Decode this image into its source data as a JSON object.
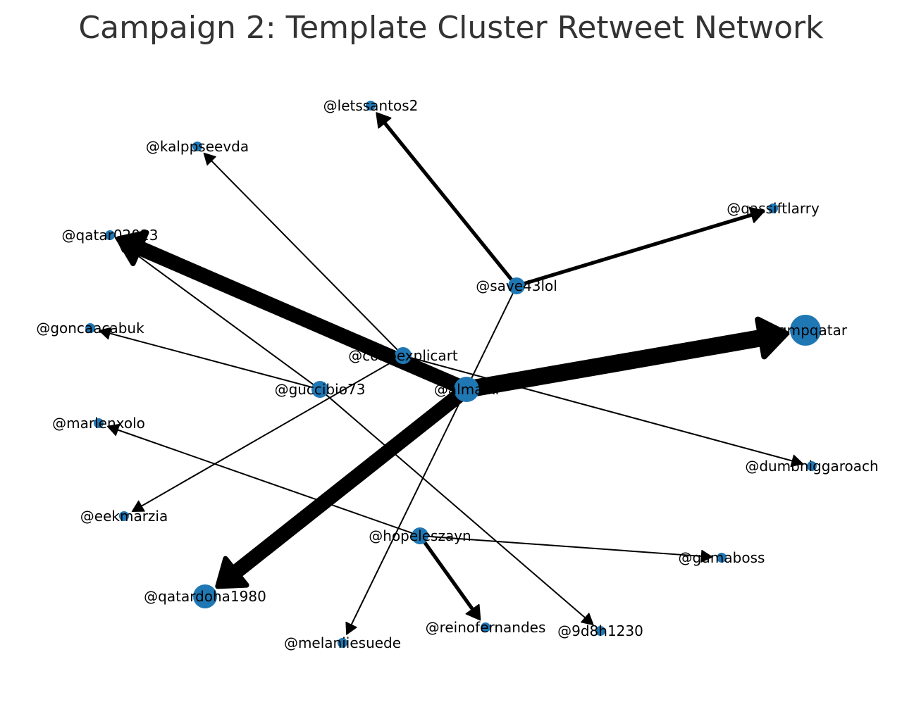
{
  "title": "Campaign 2: Template Cluster Retweet Network",
  "colors": {
    "node": "#1f77b4",
    "edge": "#000000",
    "title": "#333333"
  },
  "nodes": [
    {
      "id": "letssantos2",
      "label": "@letssantos2",
      "size": "small"
    },
    {
      "id": "kalppseevda",
      "label": "@kalppseevda",
      "size": "small"
    },
    {
      "id": "qassiftlarry",
      "label": "@qassiftlarry",
      "size": "small"
    },
    {
      "id": "qatar02023",
      "label": "@qatar02023",
      "size": "small"
    },
    {
      "id": "save43lol",
      "label": "@save43lol",
      "size": "medium"
    },
    {
      "id": "goncaacabuk",
      "label": "@goncaacabuk",
      "size": "small"
    },
    {
      "id": "qmpqatar",
      "label": "@qmpqatar",
      "size": "large"
    },
    {
      "id": "conpexplicart",
      "label": "@conpexplicart",
      "size": "medium"
    },
    {
      "id": "guccibio73",
      "label": "@guccibio73",
      "size": "medium"
    },
    {
      "id": "almalki",
      "label": "@almalki",
      "size": "large"
    },
    {
      "id": "marlenxolo",
      "label": "@marlenxolo",
      "size": "small"
    },
    {
      "id": "dumbniggaroach",
      "label": "@dumbniggaroach",
      "size": "small"
    },
    {
      "id": "eekmarzia",
      "label": "@eekmarzia",
      "size": "small"
    },
    {
      "id": "hopeleszayn",
      "label": "@hopeleszayn",
      "size": "medium"
    },
    {
      "id": "gumaboss",
      "label": "@gumaboss",
      "size": "small"
    },
    {
      "id": "qatardoha1980",
      "label": "@qatardoha1980",
      "size": "large"
    },
    {
      "id": "reinofernandes",
      "label": "@reinofernandes",
      "size": "small"
    },
    {
      "id": "9d8h1230",
      "label": "@9d8h1230",
      "size": "small"
    },
    {
      "id": "melaniiesuede",
      "label": "@melaniiesuede",
      "size": "small"
    }
  ],
  "edges": [
    {
      "source": "almalki",
      "target": "qmpqatar",
      "weight": 8
    },
    {
      "source": "almalki",
      "target": "qatar02023",
      "weight": 7
    },
    {
      "source": "almalki",
      "target": "qatardoha1980",
      "weight": 7
    },
    {
      "source": "save43lol",
      "target": "letssantos2",
      "weight": 2
    },
    {
      "source": "save43lol",
      "target": "qassiftlarry",
      "weight": 2
    },
    {
      "source": "save43lol",
      "target": "melaniiesuede",
      "weight": 1
    },
    {
      "source": "conpexplicart",
      "target": "kalppseevda",
      "weight": 1
    },
    {
      "source": "conpexplicart",
      "target": "dumbniggaroach",
      "weight": 1
    },
    {
      "source": "conpexplicart",
      "target": "eekmarzia",
      "weight": 1
    },
    {
      "source": "guccibio73",
      "target": "qatar02023",
      "weight": 1
    },
    {
      "source": "guccibio73",
      "target": "goncaacabuk",
      "weight": 1
    },
    {
      "source": "guccibio73",
      "target": "9d8h1230",
      "weight": 1
    },
    {
      "source": "hopeleszayn",
      "target": "marlenxolo",
      "weight": 1
    },
    {
      "source": "hopeleszayn",
      "target": "gumaboss",
      "weight": 1
    },
    {
      "source": "hopeleszayn",
      "target": "reinofernandes",
      "weight": 2
    }
  ]
}
